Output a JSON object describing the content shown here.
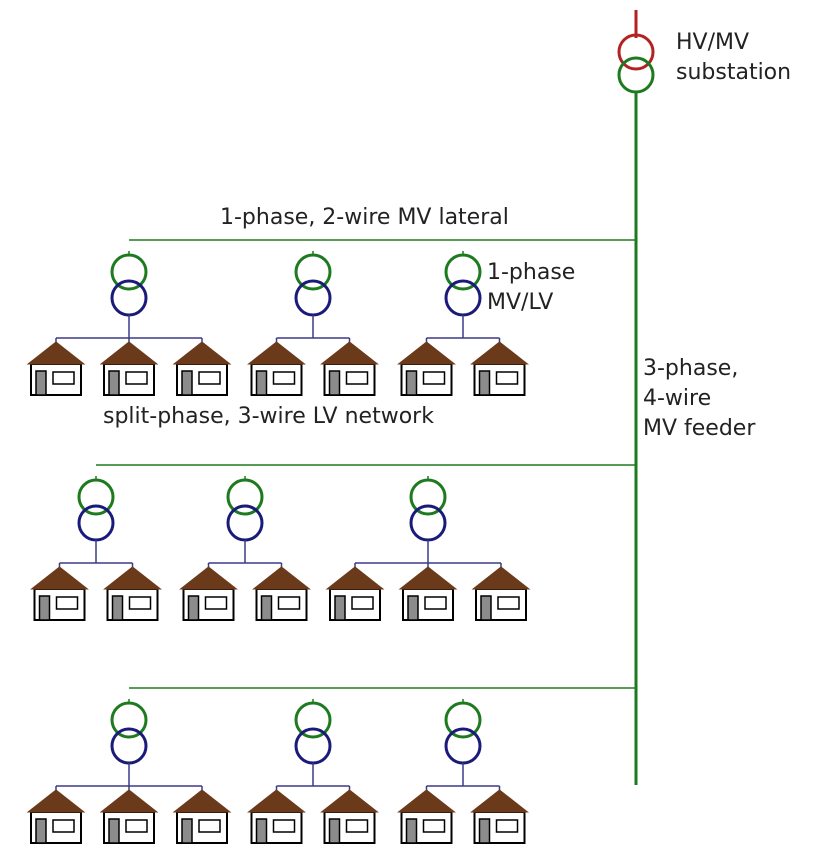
{
  "labels": {
    "substation": [
      "HV/MV",
      "substation"
    ],
    "lateral": "1-phase, 2-wire MV lateral",
    "transformer": [
      "1-phase",
      "MV/LV"
    ],
    "lv_network": "split-phase, 3-wire LV network",
    "feeder": [
      "3-phase,",
      "4-wire",
      "MV feeder"
    ]
  },
  "colors": {
    "mv_line": "#1e7a1e",
    "hv_coil": "#b22222",
    "mv_coil": "#1e7a1e",
    "lv_coil": "#1a1a7a",
    "lv_line": "#3a3a8a",
    "roof": "#6b3a1a",
    "door": "#8c8c8c",
    "wall": "#ffffff",
    "outline": "#000000"
  },
  "groups": [
    {
      "houses_per_transformer": [
        3,
        2,
        2
      ]
    },
    {
      "houses_per_transformer": [
        2,
        2,
        3
      ]
    },
    {
      "houses_per_transformer": [
        3,
        2,
        2
      ]
    }
  ]
}
